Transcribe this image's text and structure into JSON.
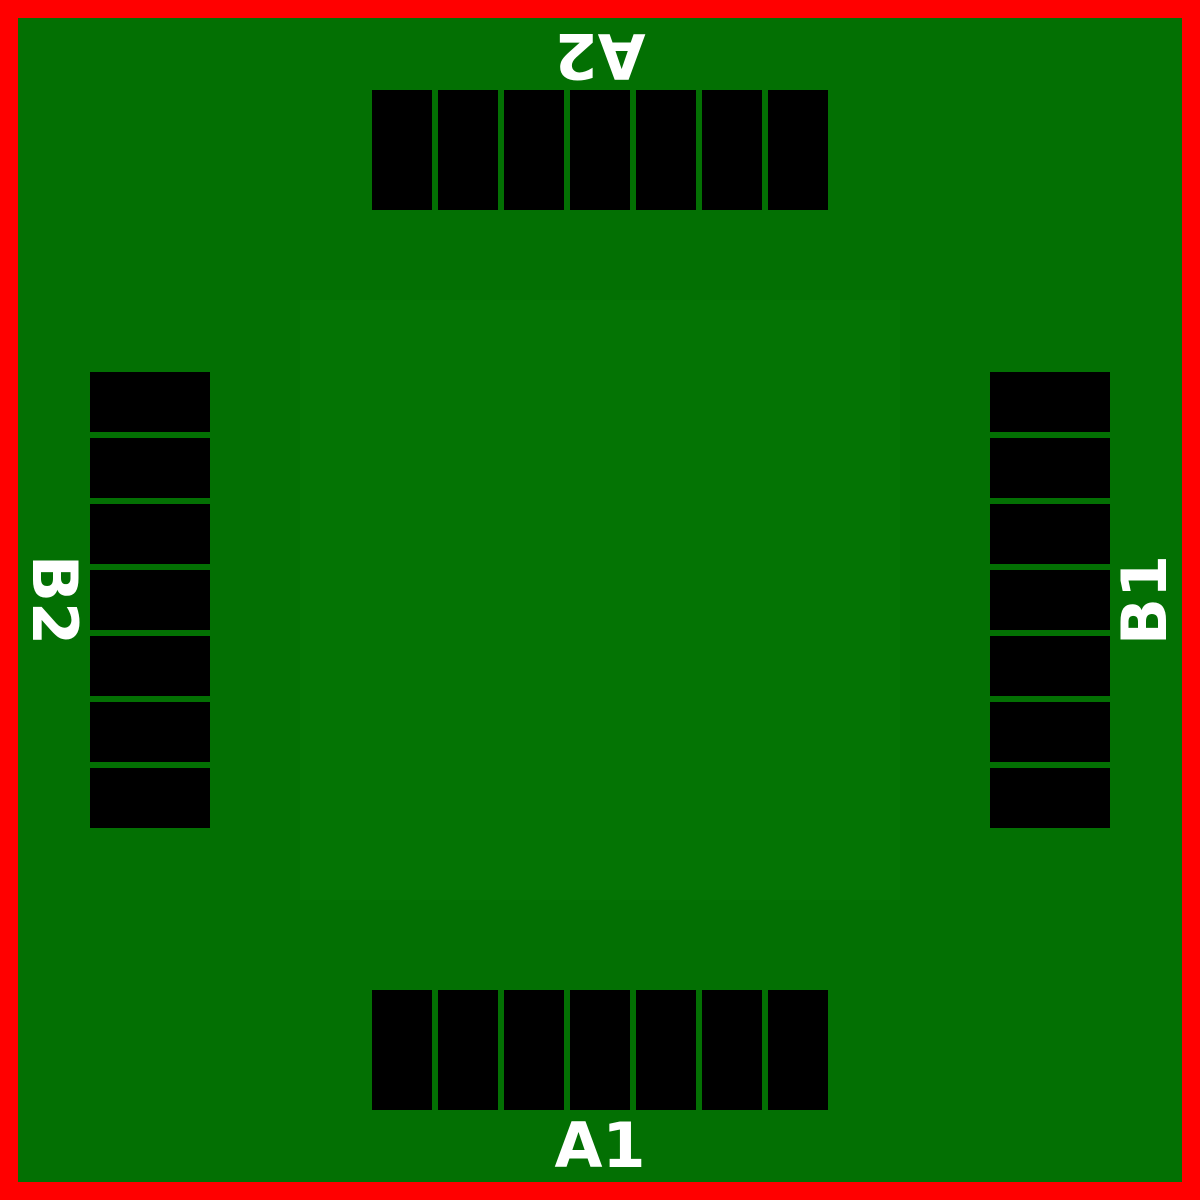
{
  "colors": {
    "border": "#ff0000",
    "board": "#037003",
    "center_zone": "#047404",
    "pad": "#000000",
    "label": "#ffffff"
  },
  "connectors": {
    "A1": {
      "label": "A1",
      "pad_count": 7
    },
    "A2": {
      "label": "A2",
      "pad_count": 7
    },
    "B1": {
      "label": "B1",
      "pad_count": 7
    },
    "B2": {
      "label": "B2",
      "pad_count": 7
    }
  }
}
